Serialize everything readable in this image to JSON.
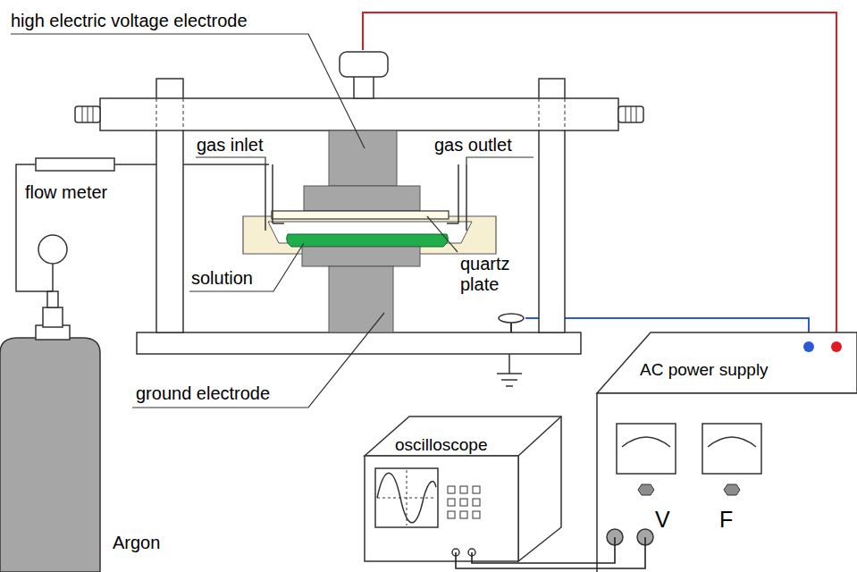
{
  "diagram": {
    "nodes": [
      {
        "text": [
          "oscilloscope"
        ]
      },
      {
        "text": [
          "AC power supply",
          "V",
          "F"
        ]
      }
    ],
    "edges": [
      {
        "from": 0,
        "to": 1,
        "arrow": "none"
      },
      {
        "from": 0,
        "to": 1,
        "arrow": "none"
      }
    ],
    "labels": [
      "high electric voltage electrode",
      "gas inlet",
      "gas outlet",
      "flow meter",
      "solution",
      "quartz plate",
      "ground electrode",
      "Argon"
    ]
  }
}
